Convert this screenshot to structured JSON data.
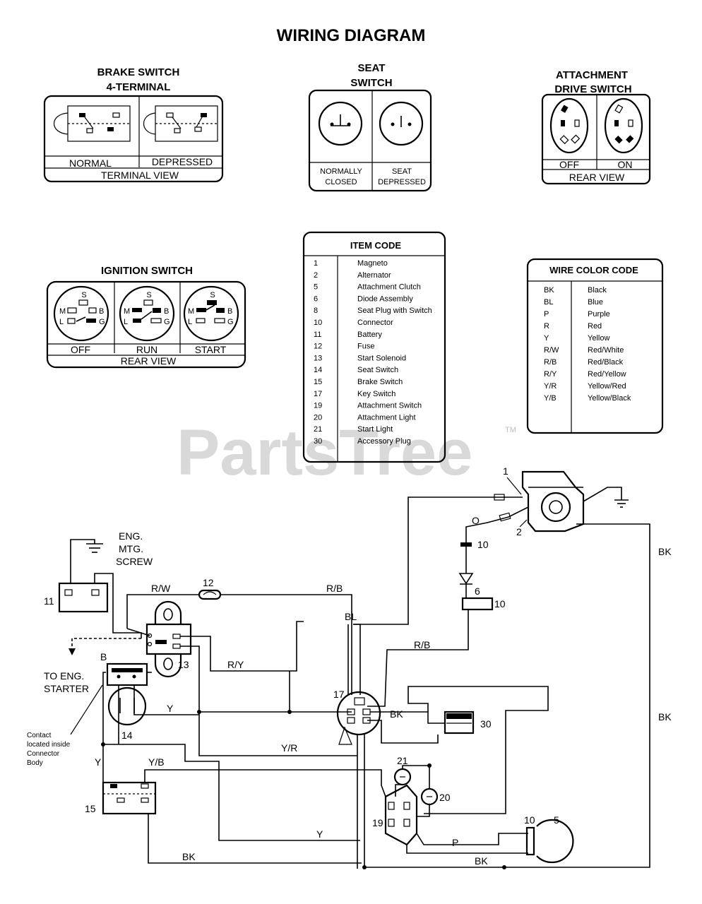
{
  "title": "WIRING DIAGRAM",
  "watermark": {
    "text": "PartsTree",
    "tm": "TM"
  },
  "brake_switch": {
    "title_line1": "BRAKE SWITCH",
    "title_line2": "4-TERMINAL",
    "states": [
      "NORMAL",
      "DEPRESSED"
    ],
    "caption": "TERMINAL VIEW"
  },
  "seat_switch": {
    "title_line1": "SEAT",
    "title_line2": "SWITCH",
    "state1_line1": "NORMALLY",
    "state1_line2": "CLOSED",
    "state2_line1": "SEAT",
    "state2_line2": "DEPRESSED"
  },
  "attachment_switch": {
    "title_line1": "ATTACHMENT",
    "title_line2": "DRIVE SWITCH",
    "states": [
      "OFF",
      "ON"
    ],
    "caption": "REAR VIEW"
  },
  "ignition_switch": {
    "title": "IGNITION SWITCH",
    "states": [
      "OFF",
      "RUN",
      "START"
    ],
    "caption": "REAR VIEW",
    "terminals": {
      "s": "S",
      "m": "M",
      "l": "L",
      "b": "B",
      "g": "G"
    }
  },
  "item_code": {
    "title": "ITEM CODE",
    "items": [
      {
        "code": "1",
        "name": "Magneto"
      },
      {
        "code": "2",
        "name": "Alternator"
      },
      {
        "code": "5",
        "name": "Attachment Clutch"
      },
      {
        "code": "6",
        "name": "Diode Assembly"
      },
      {
        "code": "8",
        "name": "Seat Plug with Switch"
      },
      {
        "code": "10",
        "name": "Connector"
      },
      {
        "code": "11",
        "name": "Battery"
      },
      {
        "code": "12",
        "name": "Fuse"
      },
      {
        "code": "13",
        "name": "Start Solenoid"
      },
      {
        "code": "14",
        "name": "Seat Switch"
      },
      {
        "code": "15",
        "name": "Brake Switch"
      },
      {
        "code": "17",
        "name": "Key Switch"
      },
      {
        "code": "19",
        "name": "Attachment Switch"
      },
      {
        "code": "20",
        "name": "Attachment Light"
      },
      {
        "code": "21",
        "name": "Start Light"
      },
      {
        "code": "30",
        "name": "Accessory Plug"
      }
    ]
  },
  "wire_color_code": {
    "title": "WIRE COLOR CODE",
    "items": [
      {
        "code": "BK",
        "name": "Black"
      },
      {
        "code": "BL",
        "name": "Blue"
      },
      {
        "code": "P",
        "name": "Purple"
      },
      {
        "code": "R",
        "name": "Red"
      },
      {
        "code": "Y",
        "name": "Yellow"
      },
      {
        "code": "R/W",
        "name": "Red/White"
      },
      {
        "code": "R/B",
        "name": "Red/Black"
      },
      {
        "code": "R/Y",
        "name": "Red/Yellow"
      },
      {
        "code": "Y/R",
        "name": "Yellow/Red"
      },
      {
        "code": "Y/B",
        "name": "Yellow/Black"
      }
    ]
  },
  "schematic": {
    "eng_mtg_screw": [
      "ENG.",
      "MTG.",
      "SCREW"
    ],
    "to_eng_starter": [
      "TO ENG.",
      "STARTER"
    ],
    "contact_note": [
      "Contact",
      "located inside",
      "Connector",
      "Body"
    ],
    "wire_labels": {
      "rw": "R/W",
      "rb_top": "R/B",
      "bl": "BL",
      "o": "O",
      "rb_mid": "R/B",
      "ry": "R/Y",
      "y_14": "Y",
      "bk_17": "BK",
      "yr": "Y/R",
      "y_left": "Y",
      "yb": "Y/B",
      "y_bottom": "Y",
      "p": "P",
      "bk_bottom_left": "BK",
      "bk_bottom_right": "BK",
      "bk_right_upper": "BK",
      "bk_right_lower": "BK",
      "b_term": "B"
    },
    "component_numbers": {
      "n1": "1",
      "n2": "2",
      "n10_a": "10",
      "n6": "6",
      "n10_b": "10",
      "n11": "11",
      "n12": "12",
      "n13": "13",
      "n14": "14",
      "n15": "15",
      "n17": "17",
      "n19": "19",
      "n20": "20",
      "n21": "21",
      "n30": "30",
      "n10_c": "10",
      "n5": "5"
    }
  }
}
